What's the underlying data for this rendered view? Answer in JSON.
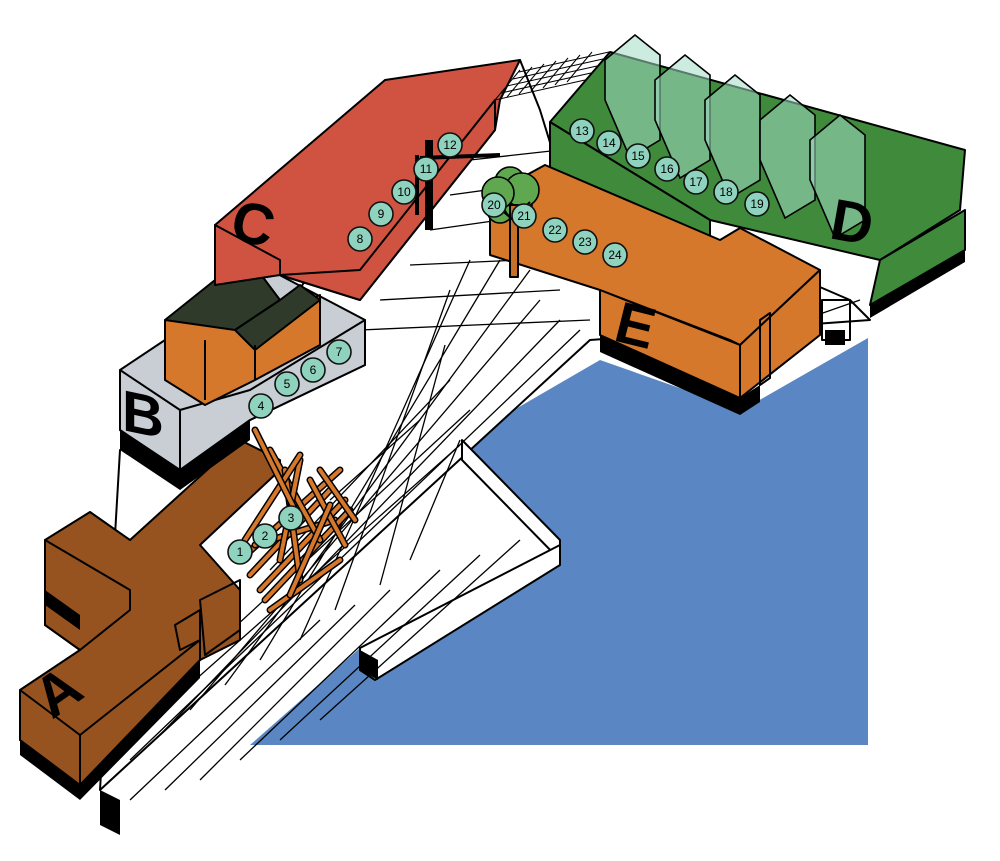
{
  "colors": {
    "water": "#5a86c4",
    "paving": "#ffffff",
    "building_a": "#96531f",
    "building_b_base": "#c8ced4",
    "building_b_house": "#d5782b",
    "building_b_roof": "#2f3a2a",
    "building_c": "#cf5340",
    "building_d": "#3f8a3b",
    "greenhouse": "#a3dcc5",
    "building_e": "#d5782b",
    "branches": "#d5782b",
    "tree_crown": "#5fa84f",
    "tree_trunk": "#c7702a",
    "marker": "#8fd3bf"
  },
  "buildings": {
    "a": {
      "label": "A"
    },
    "b": {
      "label": "B"
    },
    "c": {
      "label": "C"
    },
    "d": {
      "label": "D"
    },
    "e": {
      "label": "E"
    }
  },
  "markers": [
    "1",
    "2",
    "3",
    "4",
    "5",
    "6",
    "7",
    "8",
    "9",
    "10",
    "11",
    "12",
    "13",
    "14",
    "15",
    "16",
    "17",
    "18",
    "19",
    "20",
    "21",
    "22",
    "23",
    "24"
  ],
  "icons": {
    "tree": "tree-icon",
    "branch_nest": "branch-nest-icon",
    "ladder": "ladder-icon",
    "net": "net-icon",
    "greenhouse": "greenhouse-icon"
  }
}
